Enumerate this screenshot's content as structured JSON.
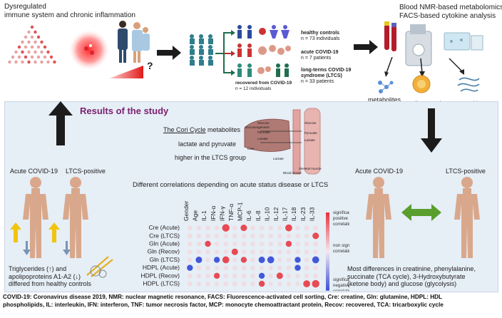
{
  "top": {
    "dysregulation_text": [
      "Dysregulated",
      "immune system and chronic inflammation"
    ],
    "question_mark": "?",
    "groups": [
      {
        "label": "healthy controls",
        "count": "n = 73 individuals"
      },
      {
        "label": "acute COVID-19",
        "count": "n = 7 patients"
      },
      {
        "label": "long-terms COVID-19",
        "label2": "syndrome (LTCS)",
        "count": "n = 33 patients"
      }
    ],
    "recovered_label": "recovered from COVID-19",
    "recovered_count": "n = 12 individuals",
    "analysis_title": [
      "Blood NMR-based metabolomics &",
      "FACS-based cytokine analysis"
    ],
    "outputs": [
      "metabolites",
      "lipoproteins",
      "cytokines"
    ]
  },
  "results": {
    "title": "Results of the study",
    "cori_text": [
      "The Cori Cycle",
      " metabolites",
      "lactate and pyruvate",
      "higher in the LTCS group"
    ],
    "organ_labels": [
      "Glucose",
      "Gluconeogenesis",
      "Glucose",
      "Pyruvate",
      "Lactate",
      "Pyruvate",
      "Lactate",
      "Liver",
      "Lactate",
      "Blood vessel",
      "Skeletal muscle"
    ],
    "correlations_title": "Different correlations depending on acute status disease or LTCS",
    "left_labels": [
      "Acute COVID-19",
      "LTCS-positive"
    ],
    "right_labels": [
      "Acute COVID-19",
      "LTCS-positive"
    ],
    "left_finding": [
      "Triglycerides (↑) and",
      "apolipoproteins A1-A2 (↓)",
      "differed from healthy controls"
    ],
    "right_finding": [
      "Most differences in creatinine, phenylalanine,",
      "succinate (TCA cycle), 3-Hydroxybutyrate",
      "(ketone body) and glucose (glycolysis)"
    ]
  },
  "chart_data": {
    "type": "heatmap",
    "columns": [
      "Gender",
      "Age",
      "IL-1",
      "IFN-α",
      "IFN-γ",
      "TNF-α",
      "MCP-1",
      "IL-6",
      "IL-8",
      "IL-10",
      "IL-12",
      "IL-17",
      "IL-18",
      "IL-23",
      "IL-33"
    ],
    "rows": [
      "Cre (Acute)",
      "Cre (LTCS)",
      "Gln (Acute)",
      "Gln (Recov)",
      "Gln (LTCS)",
      "HDPL (Acute)",
      "HDPL (Recov)",
      "HDPL (LTCS)"
    ],
    "values": [
      [
        0,
        0,
        0,
        0,
        0.8,
        0,
        0.6,
        0,
        0,
        0,
        0,
        0.7,
        0,
        0,
        0
      ],
      [
        0,
        0,
        0,
        0,
        0,
        0,
        0,
        0,
        0,
        0,
        0,
        0,
        0,
        0,
        0.6
      ],
      [
        0,
        0,
        0.5,
        0,
        0,
        0,
        0,
        0,
        0,
        0,
        0,
        0.5,
        0,
        0,
        0
      ],
      [
        0,
        0,
        0,
        0,
        0,
        0.6,
        0,
        0,
        0,
        0,
        0,
        0,
        0,
        0,
        0
      ],
      [
        0,
        -0.6,
        0,
        -0.5,
        0.7,
        0,
        0.5,
        0,
        -0.6,
        -0.7,
        0,
        0,
        -0.5,
        0,
        -0.7
      ],
      [
        -0.5,
        0,
        0,
        0,
        0,
        0,
        0,
        0,
        0,
        0,
        0,
        0,
        -0.5,
        0,
        0
      ],
      [
        0,
        0,
        0,
        0.5,
        0,
        0,
        0,
        0,
        -0.5,
        0,
        0.6,
        0,
        0,
        0,
        0
      ],
      [
        0,
        0,
        0,
        0,
        0,
        0,
        0,
        0,
        0.5,
        0,
        0,
        0,
        0,
        0.7,
        0.8
      ]
    ],
    "legend": [
      [
        "significant",
        "positive",
        "correlation"
      ],
      [
        "non significant",
        "correlation"
      ],
      [
        "significant",
        "negative",
        "correlation"
      ]
    ],
    "colors": {
      "positive": "#e8404a",
      "negative": "#3a4fd6",
      "neutral": "#f3d4d8"
    }
  },
  "footer": [
    "COVID-19: Coronavirus disease 2019, NMR: nuclear magnetic resonance, FACS: Fluorescence-activated cell sorting, Cre: creatine, Gln: glutamine, HDPL: HDL",
    "phospholipids, IL: interleukin, IFN: interferon, TNF: tumor necrosis factor, MCP: monocyte chemoattractant protein, Recov: recovered, TCA: tricarboxylic cycle"
  ]
}
